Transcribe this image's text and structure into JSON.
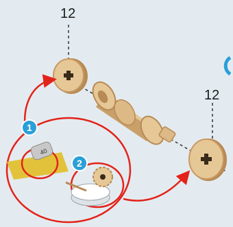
{
  "diagram": {
    "part_label_left": "12",
    "part_label_right": "12",
    "step_1": "1",
    "step_2": "2",
    "sandpaper_grit": "40"
  },
  "colors": {
    "background": "#e4ebf0",
    "wood": "#e6c796",
    "wood_dark": "#b88a55",
    "arrow_red": "#e2231a",
    "step_badge": "#2a9fd8",
    "sandpaper": "#e2c23a"
  },
  "icons": [
    "sandpaper-icon",
    "wax-tin-icon",
    "gear-icon"
  ]
}
